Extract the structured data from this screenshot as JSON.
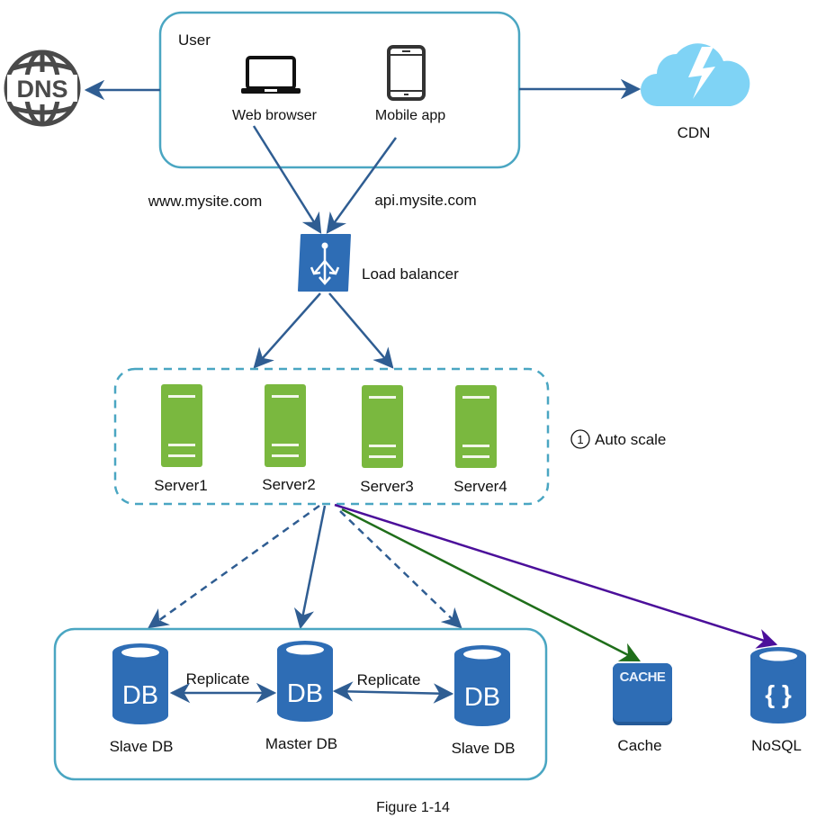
{
  "diagram": {
    "caption": "Figure 1-14",
    "colors": {
      "box_border": "#4aa6c2",
      "arrow_blue": "#2f5d92",
      "icon_blue": "#2e6db5",
      "server_green": "#7ab83f",
      "cdn_cloud": "#7fd3f5",
      "dns_gray": "#4a4a4a",
      "cache_arrow": "#1f6e1a",
      "nosql_arrow": "#4b0f9a"
    },
    "user_group": {
      "label": "User",
      "clients": [
        {
          "id": "web",
          "label": "Web browser",
          "icon": "laptop-icon"
        },
        {
          "id": "mobile",
          "label": "Mobile app",
          "icon": "mobile-phone-icon"
        }
      ]
    },
    "dns": {
      "label": "DNS",
      "icon": "dns-globe-icon"
    },
    "cdn": {
      "label": "CDN",
      "icon": "cloud-lightning-icon"
    },
    "domains": {
      "web": "www.mysite.com",
      "api": "api.mysite.com"
    },
    "load_balancer": {
      "label": "Load balancer",
      "icon": "load-balancer-icon"
    },
    "web_tier": {
      "annotation_number": "1",
      "annotation_label": "Auto scale",
      "servers": [
        {
          "label": "Server1"
        },
        {
          "label": "Server2"
        },
        {
          "label": "Server3"
        },
        {
          "label": "Server4"
        }
      ]
    },
    "data_tier": {
      "databases": [
        {
          "label": "Slave DB",
          "glyph": "DB"
        },
        {
          "label": "Master DB",
          "glyph": "DB"
        },
        {
          "label": "Slave DB",
          "glyph": "DB"
        }
      ],
      "replicate_labels": [
        "Replicate",
        "Replicate"
      ]
    },
    "cache": {
      "label": "Cache",
      "glyph": "CACHE"
    },
    "nosql": {
      "label": "NoSQL",
      "glyph": "{ }"
    },
    "edges": [
      {
        "from": "user",
        "to": "dns",
        "style": "solid"
      },
      {
        "from": "user",
        "to": "cdn",
        "style": "solid"
      },
      {
        "from": "web",
        "to": "load_balancer",
        "style": "solid",
        "label": "www.mysite.com"
      },
      {
        "from": "mobile",
        "to": "load_balancer",
        "style": "solid",
        "label": "api.mysite.com"
      },
      {
        "from": "load_balancer",
        "to": "web_tier",
        "style": "solid"
      },
      {
        "from": "web_tier",
        "to": "slave_db_1",
        "style": "dashed"
      },
      {
        "from": "web_tier",
        "to": "master_db",
        "style": "solid"
      },
      {
        "from": "web_tier",
        "to": "slave_db_2",
        "style": "dashed"
      },
      {
        "from": "web_tier",
        "to": "cache",
        "style": "solid"
      },
      {
        "from": "web_tier",
        "to": "nosql",
        "style": "solid"
      },
      {
        "from": "master_db",
        "to": "slave_db_1",
        "style": "bidirectional",
        "label": "Replicate"
      },
      {
        "from": "master_db",
        "to": "slave_db_2",
        "style": "bidirectional",
        "label": "Replicate"
      }
    ]
  }
}
